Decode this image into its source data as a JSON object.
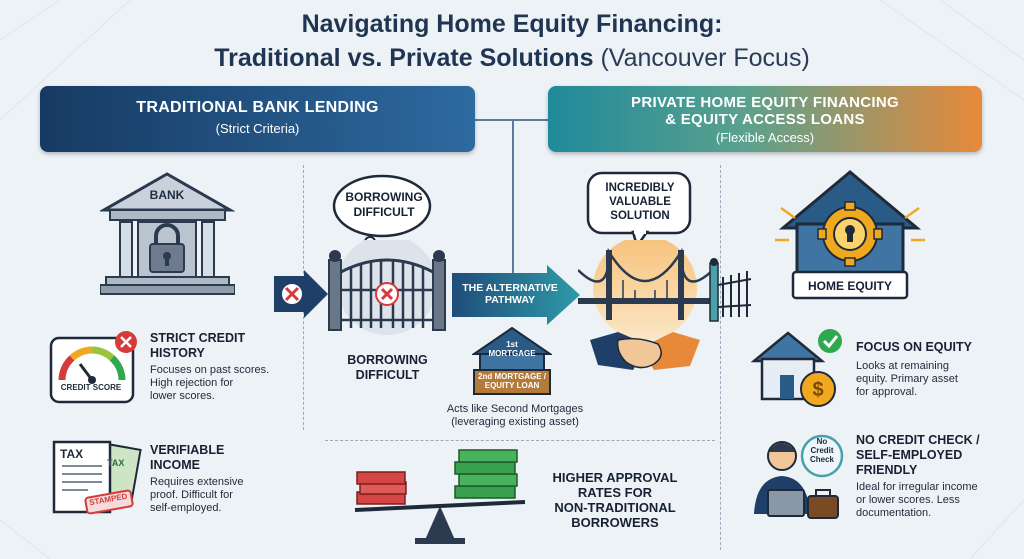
{
  "title": {
    "line1": "Navigating Home Equity Financing:",
    "line2_bold": "Traditional vs. Private Solutions",
    "line2_light": "(Vancouver Focus)"
  },
  "left_banner": {
    "title": "TRADITIONAL BANK LENDING",
    "subtitle": "(Strict Criteria)"
  },
  "right_banner": {
    "title_line1": "PRIVATE HOME EQUITY FINANCING",
    "title_line2": "& EQUITY ACCESS LOANS",
    "subtitle": "(Flexible Access)"
  },
  "bank": {
    "sign": "BANK"
  },
  "bubble_left": {
    "line1": "BORROWING",
    "line2": "DIFFICULT"
  },
  "gate_caption": {
    "line1": "BORROWING",
    "line2": "DIFFICULT"
  },
  "pathway": {
    "line1": "THE ALTERNATIVE",
    "line2": "PATHWAY"
  },
  "bubble_right": {
    "line1": "INCREDIBLY",
    "line2": "VALUABLE",
    "line3": "SOLUTION"
  },
  "mortgage_house": {
    "first": "1st",
    "first_label": "MORTGAGE",
    "second": "2nd MORTGAGE /",
    "second_label": "EQUITY LOAN"
  },
  "mortgage_caption": {
    "line1": "Acts like Second Mortgages",
    "line2": "(leveraging existing asset)"
  },
  "home_equity": {
    "label": "HOME EQUITY"
  },
  "credit_gauge_label": "CREDIT SCORE",
  "tax_doc": {
    "label": "TAX",
    "tax2": "TAX",
    "stamp": "STAMPED"
  },
  "no_credit_badge": {
    "line1": "No",
    "line2": "Credit",
    "line3": "Check"
  },
  "left_items": [
    {
      "title1": "STRICT CREDIT",
      "title2": "HISTORY",
      "body": [
        "Focuses on past scores.",
        "High rejection for",
        "lower scores."
      ]
    },
    {
      "title1": "VERIFIABLE",
      "title2": "INCOME",
      "body": [
        "Requires extensive",
        "proof. Difficult for",
        "self-employed."
      ]
    }
  ],
  "right_items": [
    {
      "title1": "FOCUS ON EQUITY",
      "title2": "",
      "body": [
        "Looks at remaining",
        "equity. Primary asset",
        "for approval."
      ]
    },
    {
      "title1": "NO CREDIT CHECK /",
      "title2": "SELF-EMPLOYED",
      "title3": "FRIENDLY",
      "body": [
        "Ideal for irregular income",
        "or lower scores. Less",
        "documentation."
      ]
    }
  ],
  "approval": {
    "line1": "HIGHER APPROVAL",
    "line2": "RATES FOR",
    "line3": "NON-TRADITIONAL",
    "line4": "BORROWERS"
  },
  "colors": {
    "navy": "#173a63",
    "teal": "#1f8a9a",
    "orange": "#e8893a",
    "red": "#d63b3b",
    "green": "#2fa84f",
    "gold": "#f0a91f"
  }
}
